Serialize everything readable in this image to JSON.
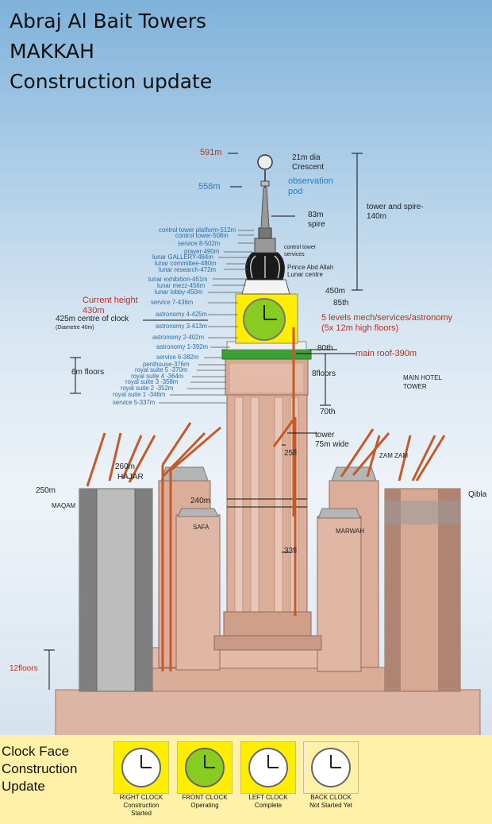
{
  "title": {
    "line1": "Abraj Al Bait Towers",
    "line2": "MAKKAH",
    "line3": "Construction update"
  },
  "colors": {
    "tower": "#dcae99",
    "tower_dark": "#b88c78",
    "crane": "#c35a2a",
    "clock_face": "#88cc22",
    "clock_frame": "#ffee00",
    "roof_band": "#3ca033",
    "sky_top": "#7fb2da",
    "label_blue": "#2b6ca8",
    "label_red": "#b8321f"
  },
  "top_labels": {
    "h591": "591m",
    "crescent": "21m dia\nCrescent",
    "h558": "558m",
    "obs": "observation\npod",
    "spire": "83m\nspire",
    "tower_spire": "tower and spire-\n140m",
    "h450": "450m",
    "h85": "85th",
    "control_services": "control tower\nservices",
    "prince": "Prince Abd Allah\nLunar centre"
  },
  "floor_labels": [
    "control tower platform-512m",
    "control tower-508m",
    "service 8-502m",
    "prayer-490m",
    "lunar GALLERY-484m",
    "lunar committee-480m",
    "lunar research-472m",
    "lunar exhibition-461m",
    "lunar mezz-456m",
    "lunar lobby-450m",
    "service 7-436m",
    "astronomy 4-425m",
    "astronomy 3-413m",
    "astronomy 2-402m",
    "astronomy 1-392m",
    "service 6-382m",
    "penthouse-376m",
    "royal suite 5 -370m",
    "royal suite 4 -364m",
    "royal suite 3 -358m",
    "royal suite 2 -352m",
    "royal suite 1 -346m",
    "service 5-337m"
  ],
  "left_labels": {
    "current": "Current height\n430m",
    "clock_centre": "425m centre of clock",
    "diameter": "(Diametre 40m)",
    "six_m": "6m floors",
    "twelve": "12floors"
  },
  "right_labels": {
    "mech": "5 levels mech/services/astronomy\n(5x 12m high floors)",
    "f80": "80th",
    "main_roof": "main roof-390m",
    "eight": "8floors",
    "main_hotel": "MAIN HOTEL\nTOWER",
    "f70": "70th",
    "tower_wide": "tower\n75m wide",
    "f25": "25fl",
    "f33": "33fl"
  },
  "towers": {
    "hajar_h": "260m",
    "hajar": "HAJAR",
    "maqam_h": "250m",
    "maqam": "MAQAM",
    "safa_h": "240m",
    "safa": "SAFA",
    "marwah": "MARWAH",
    "zamzam": "ZAM ZAM",
    "qibla": "Qibla"
  },
  "legend": {
    "title": "Clock Face\nConstruction\nUpdate",
    "items": [
      {
        "name": "RIGHT CLOCK",
        "status": "Construction\nStarted",
        "face": "#ffffff",
        "box": "#ffee00"
      },
      {
        "name": "FRONT CLOCK",
        "status": "Operating",
        "face": "#88cc22",
        "box": "#ffee00"
      },
      {
        "name": "LEFT CLOCK",
        "status": "Complete",
        "face": "#ffffff",
        "box": "#ffee00"
      },
      {
        "name": "BACK CLOCK",
        "status": "Not Started Yet",
        "face": "#ffffff",
        "box": "none"
      }
    ]
  }
}
